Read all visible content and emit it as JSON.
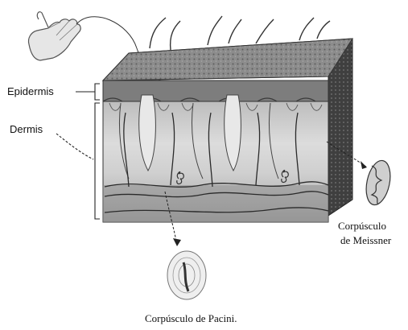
{
  "labels": {
    "epidermis": "Epidermis",
    "dermis": "Dermis",
    "meissner_line1": "Corpúsculo",
    "meissner_line2": "de Meissner",
    "pacini": "Corpúsculo de Pacini."
  },
  "colors": {
    "ink": "#222222",
    "epidermis_top": "#8a8a8a",
    "dermis_light": "#d6d6d6",
    "dermis_mid": "#b5b5b5",
    "side_face": "#4a4a4a"
  },
  "icons": {
    "hand": "hand-icon",
    "meissner": "meissner-corpuscle-icon",
    "pacini": "pacini-corpuscle-icon"
  }
}
